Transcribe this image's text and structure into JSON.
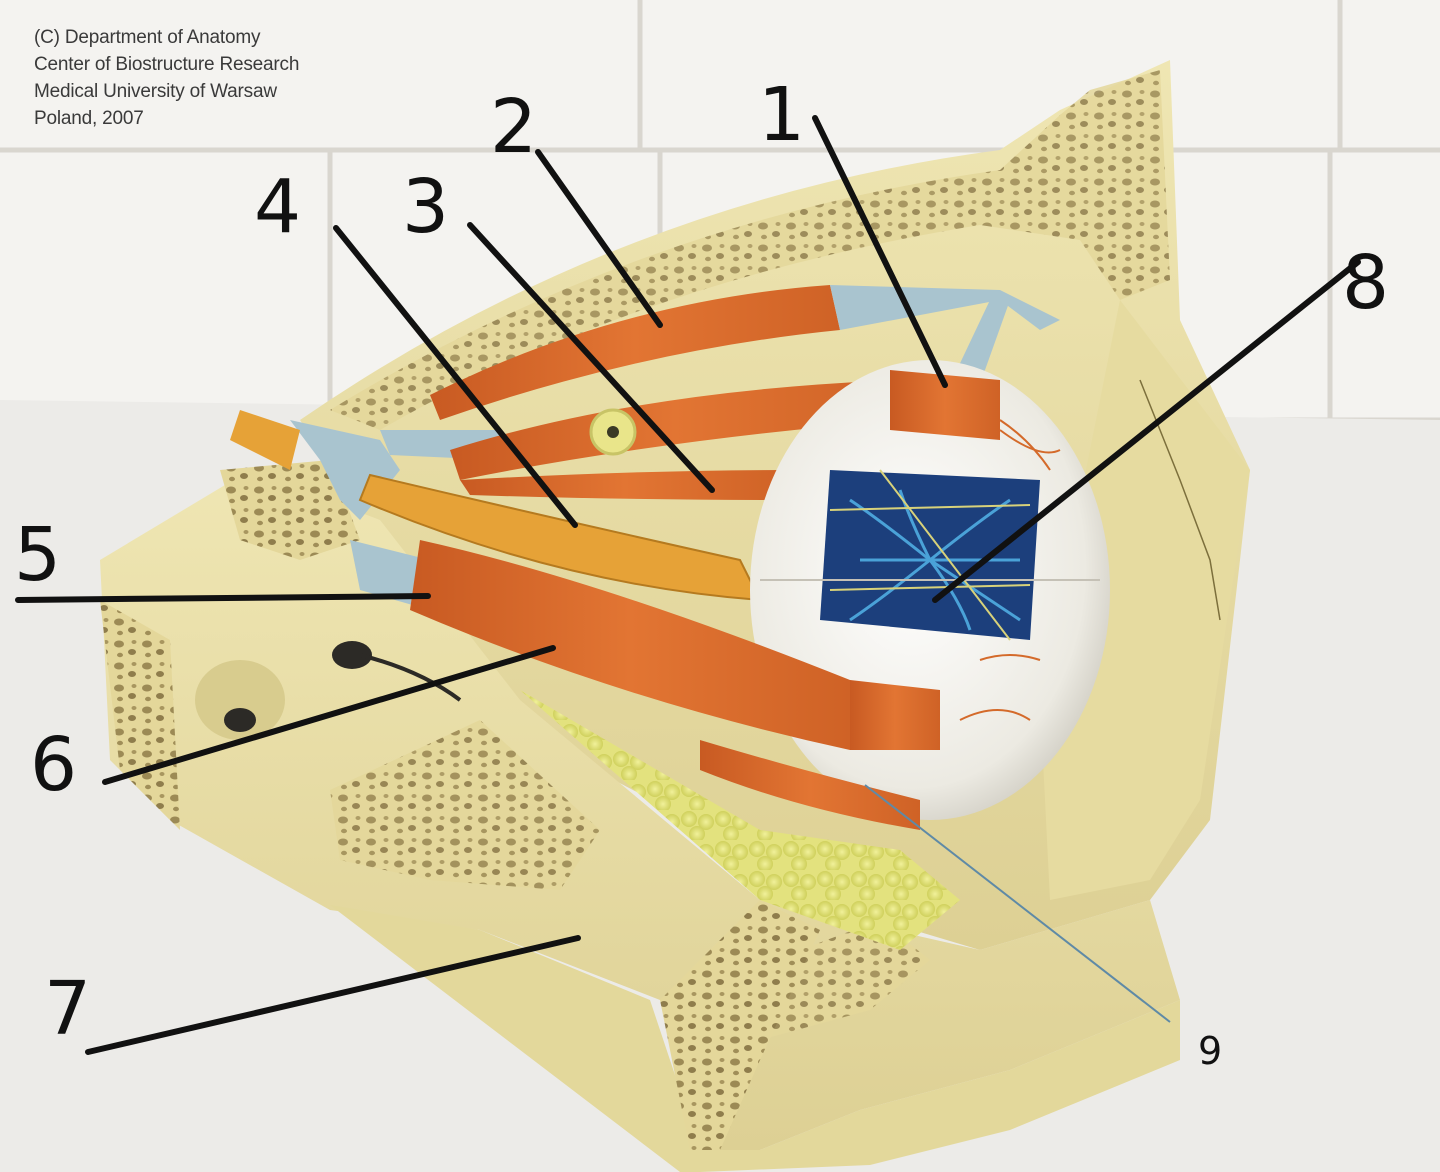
{
  "credit": {
    "line1": "(C) Department of Anatomy",
    "line2": "Center of Biostructure Research",
    "line3": "Medical University of Warsaw",
    "line4": "Poland, 2007"
  },
  "labels": [
    "1",
    "2",
    "3",
    "4",
    "5",
    "6",
    "7",
    "8",
    "9"
  ],
  "colors": {
    "wall_tile": "#f4f3f0",
    "grout": "#d9d6cf",
    "bone": "#eae0a8",
    "bone_shadow": "#c9bd7f",
    "muscle": "#d9692a",
    "tendon": "#a9c4cf",
    "nerve": "#e6a237",
    "fat": "#dfe07a",
    "sclera": "#f1f0ea",
    "retina": "#1c3f7c",
    "vessel": "#4aa2d8",
    "label_line": "#111111",
    "label_line_thin": "#5f8aa6"
  }
}
